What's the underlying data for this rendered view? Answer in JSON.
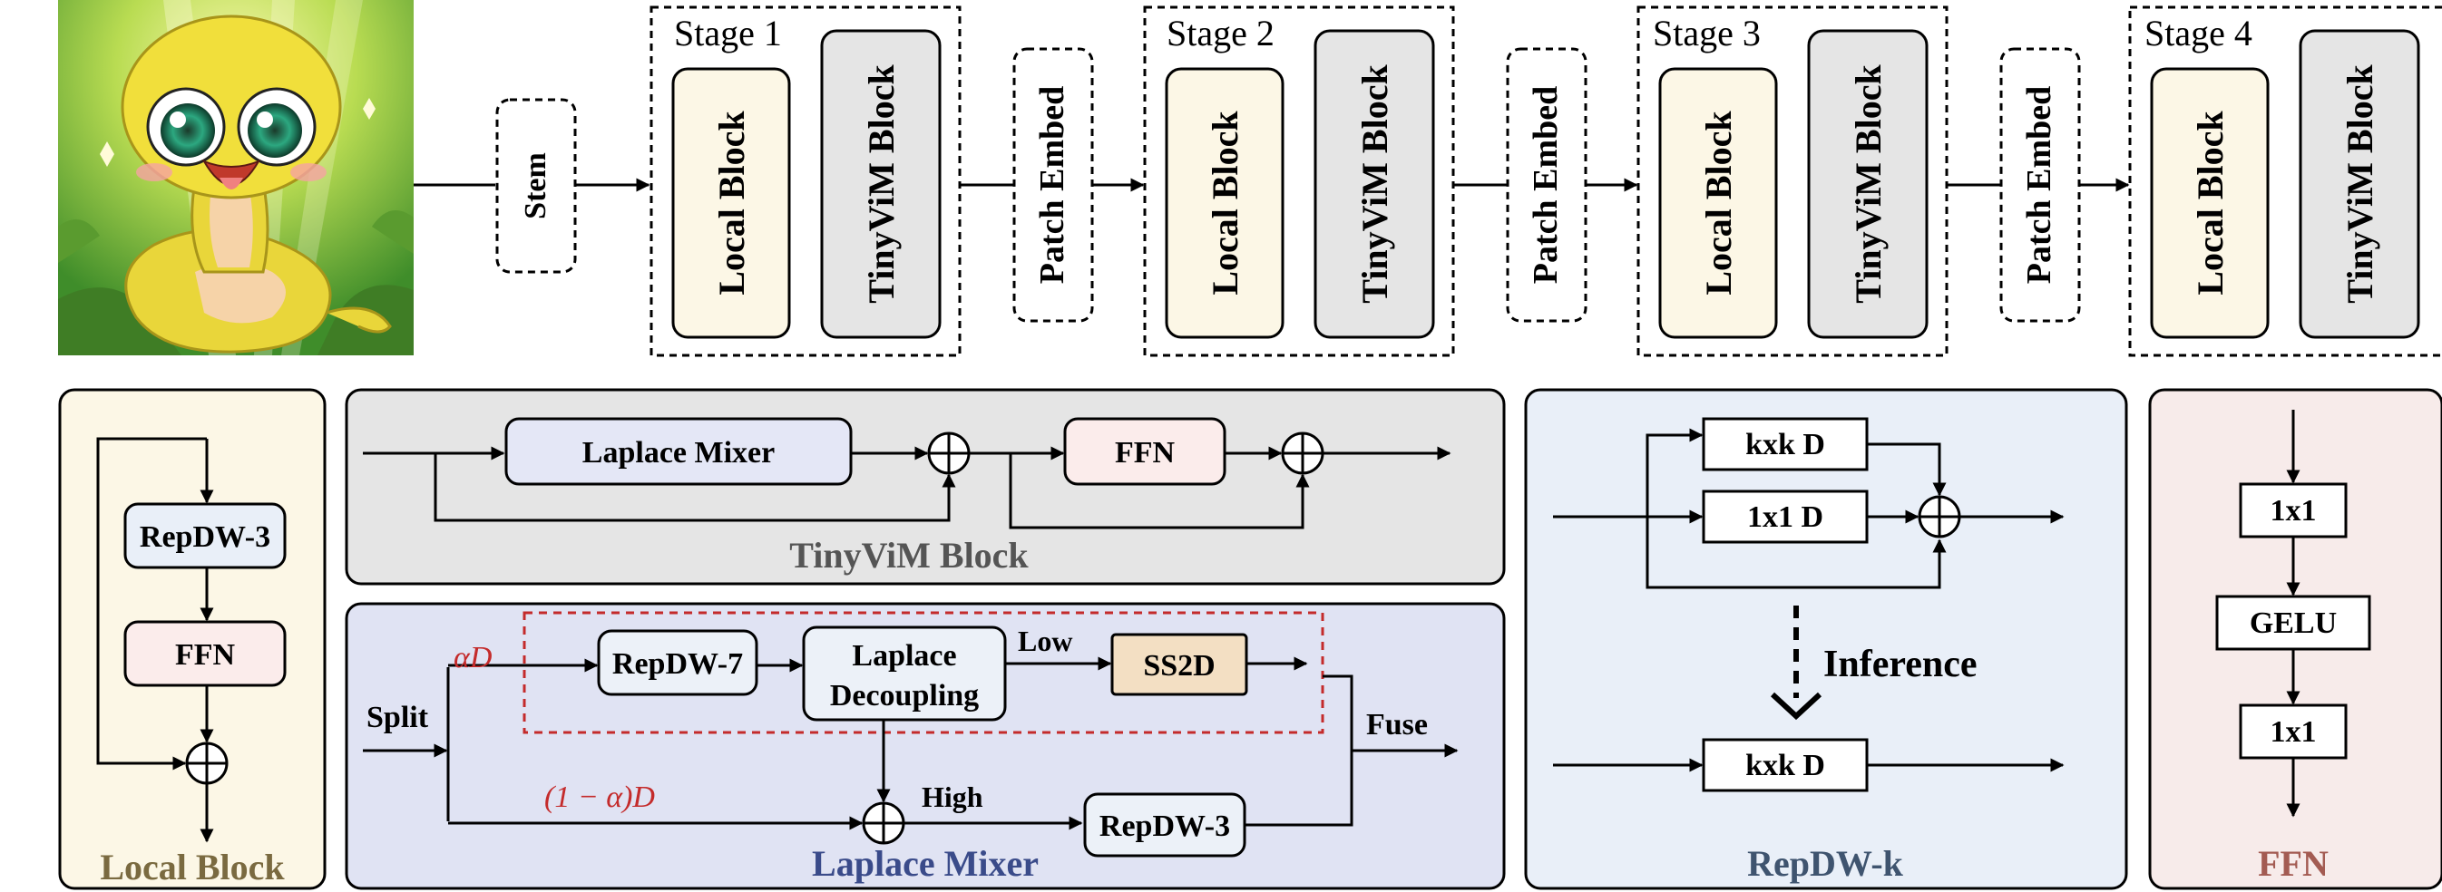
{
  "colors": {
    "local_block_fill": "#fcf7e6",
    "tinyvim_fill": "#e5e5e5",
    "laplace_mixer_fill": "#e0e3f3",
    "repdw_fill": "#e9eff8",
    "ffn_panel_fill": "#f7ebea",
    "ffn_box_fill": "#fbeceb",
    "mixer_box_fill": "#e4e7f6",
    "ss2d_fill": "#f3dfc3",
    "repdw_box_fill": "#ecf1f8",
    "red_dashed": "#c42b2b"
  },
  "top": {
    "image": "cartoon snake mascot",
    "stem": "Stem",
    "patch_embed": "Patch Embed",
    "stages": [
      {
        "title": "Stage 1",
        "local": "Local Block",
        "tinyvim": "TinyViM Block"
      },
      {
        "title": "Stage 2",
        "local": "Local Block",
        "tinyvim": "TinyViM Block"
      },
      {
        "title": "Stage 3",
        "local": "Local Block",
        "tinyvim": "TinyViM Block"
      },
      {
        "title": "Stage 4",
        "local": "Local Block",
        "tinyvim": "TinyViM Block"
      }
    ]
  },
  "local_block": {
    "title": "Local Block",
    "repdw": "RepDW-3",
    "ffn": "FFN"
  },
  "tinyvim_block": {
    "title": "TinyViM Block",
    "mixer": "Laplace Mixer",
    "ffn": "FFN"
  },
  "laplace_mixer": {
    "title": "Laplace Mixer",
    "split": "Split",
    "alpha_d": "αD",
    "one_minus_alpha_d": "(1 − α)D",
    "repdw7": "RepDW-7",
    "decoupling_line1": "Laplace",
    "decoupling_line2": "Decoupling",
    "low": "Low",
    "high": "High",
    "ss2d": "SS2D",
    "repdw3": "RepDW-3",
    "fuse": "Fuse"
  },
  "repdw_k": {
    "title": "RepDW-k",
    "kxk": "kxk D",
    "one_by_one": "1x1 D",
    "inference": "Inference",
    "kxk_inference": "kxk D"
  },
  "ffn": {
    "title": "FFN",
    "conv1": "1x1",
    "gelu": "GELU",
    "conv2": "1x1"
  }
}
